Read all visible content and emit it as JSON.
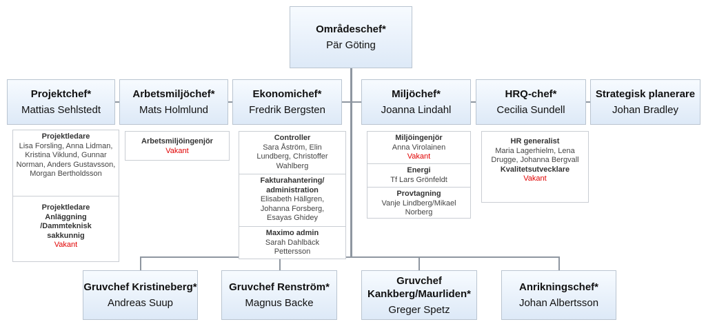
{
  "top": {
    "title": "Områdeschef*",
    "name": "Pär Göting"
  },
  "managers": [
    {
      "title": "Projektchef*",
      "name": "Mattias Sehlstedt"
    },
    {
      "title": "Arbetsmiljöchef*",
      "name": "Mats Holmlund"
    },
    {
      "title": "Ekonomichef*",
      "name": "Fredrik Bergsten"
    },
    {
      "title": "Miljöchef*",
      "name": "Joanna Lindahl"
    },
    {
      "title": "HRQ-chef*",
      "name": "Cecilia Sundell"
    },
    {
      "title": "Strategisk planerare",
      "name": "Johan Bradley"
    }
  ],
  "projekt_staff": [
    {
      "heading": "Projektledare",
      "people": "Lisa Forsling, Anna Lidman, Kristina Viklund, Gunnar Norman, Anders Gustavsson, Morgan Bertholdsson",
      "vacancy": ""
    },
    {
      "heading": "Projektledare Anläggning /Dammteknisk sakkunnig",
      "people": "",
      "vacancy": "Vakant"
    }
  ],
  "arbetsmiljo_staff": [
    {
      "heading": "Arbetsmiljöingenjör",
      "people": "",
      "vacancy": "Vakant"
    }
  ],
  "ekonomi_staff": [
    {
      "heading": "Controller",
      "people": "Sara Åström, Elin Lundberg, Christoffer Wahlberg",
      "vacancy": ""
    },
    {
      "heading": "Fakturahantering/ administration",
      "people": "Elisabeth Hällgren, Johanna Forsberg, Esayas Ghidey",
      "vacancy": ""
    },
    {
      "heading": "Maximo admin",
      "people": "Sarah Dahlbäck Pettersson",
      "vacancy": ""
    }
  ],
  "miljo_staff": [
    {
      "heading": "Miljöingenjör",
      "people": "Anna Virolainen",
      "vacancy": "Vakant"
    },
    {
      "heading": "Energi",
      "people": "Tf Lars Grönfeldt",
      "vacancy": ""
    },
    {
      "heading": "Provtagning",
      "people": "Vanje Lindberg/Mikael Norberg",
      "vacancy": ""
    }
  ],
  "hrq_staff": [
    {
      "heading": "HR generalist",
      "people": "Maria Lagerhielm, Lena Drugge, Johanna Bergvall",
      "vacancy": ""
    },
    {
      "heading": "Kvalitetsutvecklare",
      "people": "",
      "vacancy": "Vakant"
    }
  ],
  "bottom": [
    {
      "title": "Gruvchef Kristineberg*",
      "name": "Andreas Suup"
    },
    {
      "title": "Gruvchef Renström*",
      "name": "Magnus Backe"
    },
    {
      "title": "Gruvchef Kankberg/Maurliden*",
      "name": "Greger Spetz"
    },
    {
      "title": "Anrikningschef*",
      "name": "Johan Albertsson"
    }
  ]
}
